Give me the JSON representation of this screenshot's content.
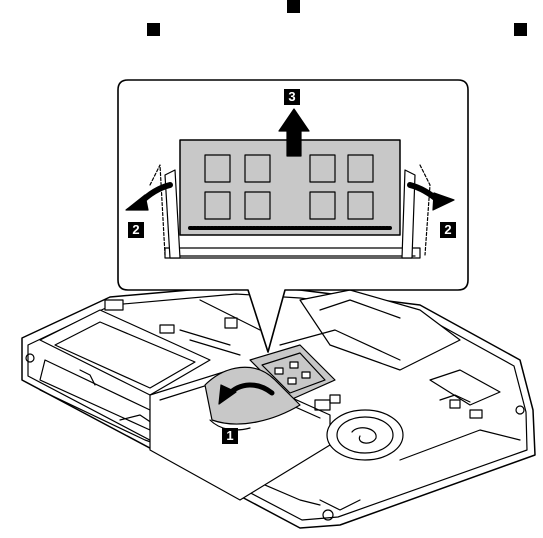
{
  "callouts": {
    "step1": "1",
    "step2_left": "2",
    "step2_right": "2",
    "step3": "3"
  },
  "colors": {
    "line": "#000000",
    "fill_gray": "#c8c8c8",
    "callout_bg": "#000000",
    "callout_text": "#ffffff"
  }
}
